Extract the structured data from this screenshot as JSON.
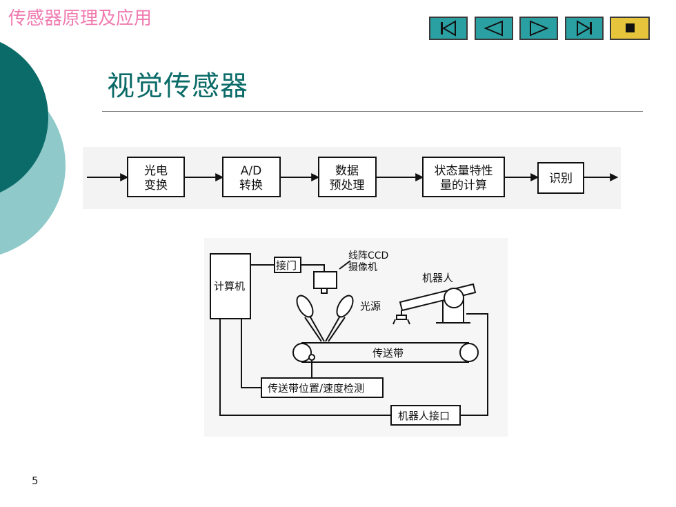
{
  "header": {
    "course_title": "传感器原理及应用",
    "slide_title": "视觉传感器"
  },
  "nav": {
    "buttons": [
      {
        "name": "first-slide",
        "icon": "skip-to-start-icon"
      },
      {
        "name": "previous-slide",
        "icon": "triangle-left-icon"
      },
      {
        "name": "next-slide",
        "icon": "triangle-right-icon"
      },
      {
        "name": "last-slide",
        "icon": "skip-to-end-icon"
      },
      {
        "name": "stop-show",
        "icon": "stop-square-icon"
      }
    ]
  },
  "pipeline": {
    "steps": [
      {
        "line1": "光电",
        "line2": "变换"
      },
      {
        "line1": "A/D",
        "line2": "转换"
      },
      {
        "line1": "数据",
        "line2": "预处理"
      },
      {
        "line1": "状态量特性",
        "line2": "量的计算"
      },
      {
        "line1": "识别",
        "line2": ""
      }
    ]
  },
  "system": {
    "computer": "计算机",
    "interface": "接门",
    "camera_line1": "线阵CCD",
    "camera_line2": "摄像机",
    "robot": "机器人",
    "light": "光源",
    "conveyor": "传送带",
    "speed_detect": "传送带位置/速度检测",
    "robot_interface": "机器人接口"
  },
  "footer": {
    "page_number": "5"
  },
  "colors": {
    "teal_dark": "#0b6b68",
    "teal_light": "#8fc9ca",
    "nav_teal": "#2aa0a3",
    "stop_yellow": "#e6c53c",
    "course_pink": "#f07ab0"
  }
}
